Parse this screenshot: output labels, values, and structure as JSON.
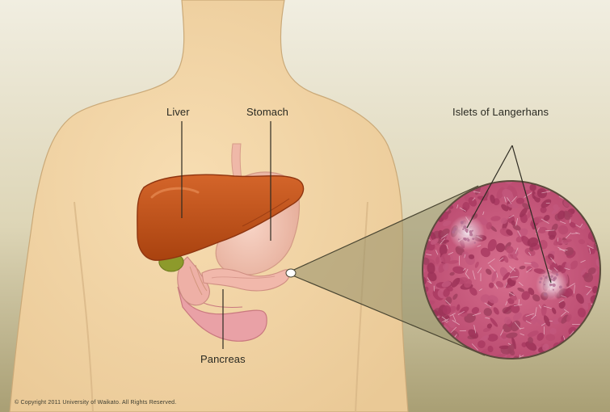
{
  "labels": {
    "liver": "Liver",
    "stomach": "Stomach",
    "pancreas": "Pancreas",
    "islets": "Islets of Langerhans"
  },
  "copyright": "© Copyright 2011 University of Waikato. All Rights Reserved.",
  "colors": {
    "background_top": "#efebdc",
    "background_bottom": "#aea57c",
    "skin": "#f3d6a6",
    "skin_outline": "#c9a978",
    "liver": "#c2561c",
    "liver_dark": "#8f3510",
    "stomach": "#f2c2b0",
    "pancreas": "#f0b7aa",
    "gallbladder": "#8e9a2c",
    "intestine": "#e8a0a4",
    "tissue": "#c85778",
    "tissue_cells": "#a93a62",
    "islet": "#e9d6e4",
    "zoom_cone": "#8f8a66",
    "leader_line": "#2e2b22"
  }
}
